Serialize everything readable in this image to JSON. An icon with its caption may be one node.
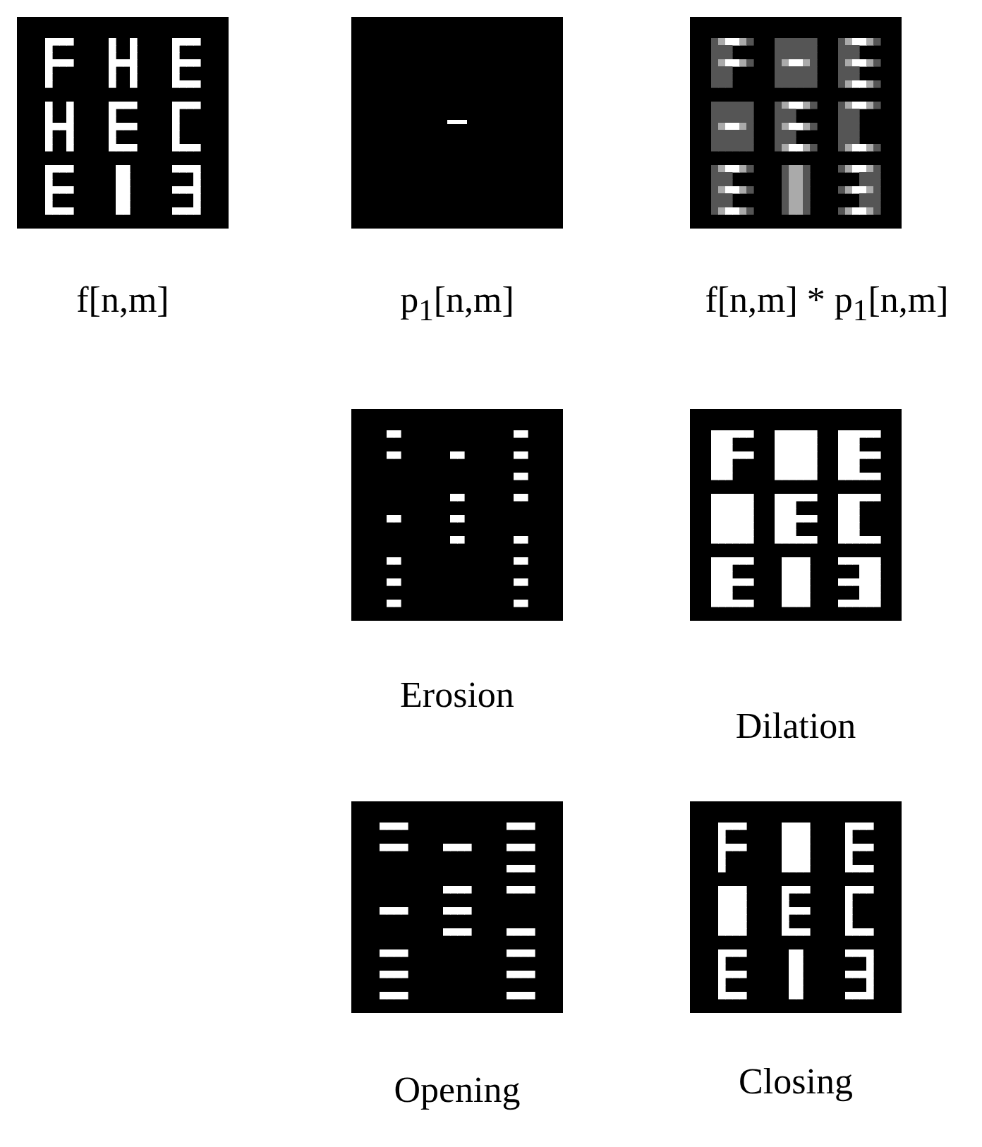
{
  "diagram": {
    "labels": [
      "f[n,m]",
      "p$_{1}$[n,m]",
      "f[n,m] * p$_{1}$[n,m]",
      "Erosion",
      "Dilation",
      "Opening",
      "Closing"
    ]
  }
}
